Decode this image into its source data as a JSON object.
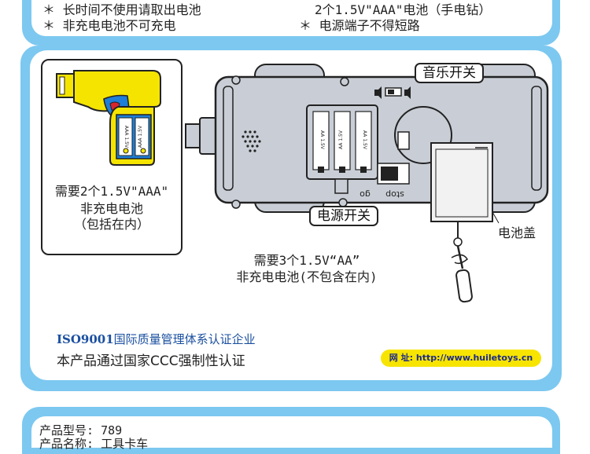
{
  "top_notes": {
    "left": [
      "＊ 长时间不使用请取出电池",
      "＊ 非充电电池不可充电"
    ],
    "right": [
      "2个1.5V\"AAA\"电池（手电钻）",
      "＊ 电源端子不得短路"
    ]
  },
  "drill_box": {
    "lines": [
      "需要2个1.5V\"AAA\"",
      "非充电电池",
      "（包括在内）"
    ],
    "battery_text": "AAA 1.5V"
  },
  "car_diagram": {
    "music_switch": "音乐开关",
    "power_switch": "电源开关",
    "battery_cover": "电池盖",
    "stop_text": "stop",
    "go_text": "go",
    "battery_text": "AA 1.5V",
    "note_lines": [
      "需要3个1.5V“AA”",
      "非充电电池(不包含在内)"
    ]
  },
  "footer": {
    "iso_prefix": "ISO9001",
    "iso_text": "国际质量管理体系认证企业",
    "cert_text": "本产品通过国家CCC强制性认证",
    "url_label": "网  址:",
    "url": "http://www.huiletoys.cn"
  },
  "spec": {
    "model_label": "产品型号:",
    "model_value": "789",
    "name_label": "产品名称:",
    "name_value": "工具卡车"
  },
  "colors": {
    "frame": "#7cc8f0",
    "car_body": "#c9ced6",
    "drill_yellow": "#f5e400",
    "drill_blue": "#1f7ed8",
    "drill_red": "#d9262c",
    "url_bg": "#f7e400"
  }
}
